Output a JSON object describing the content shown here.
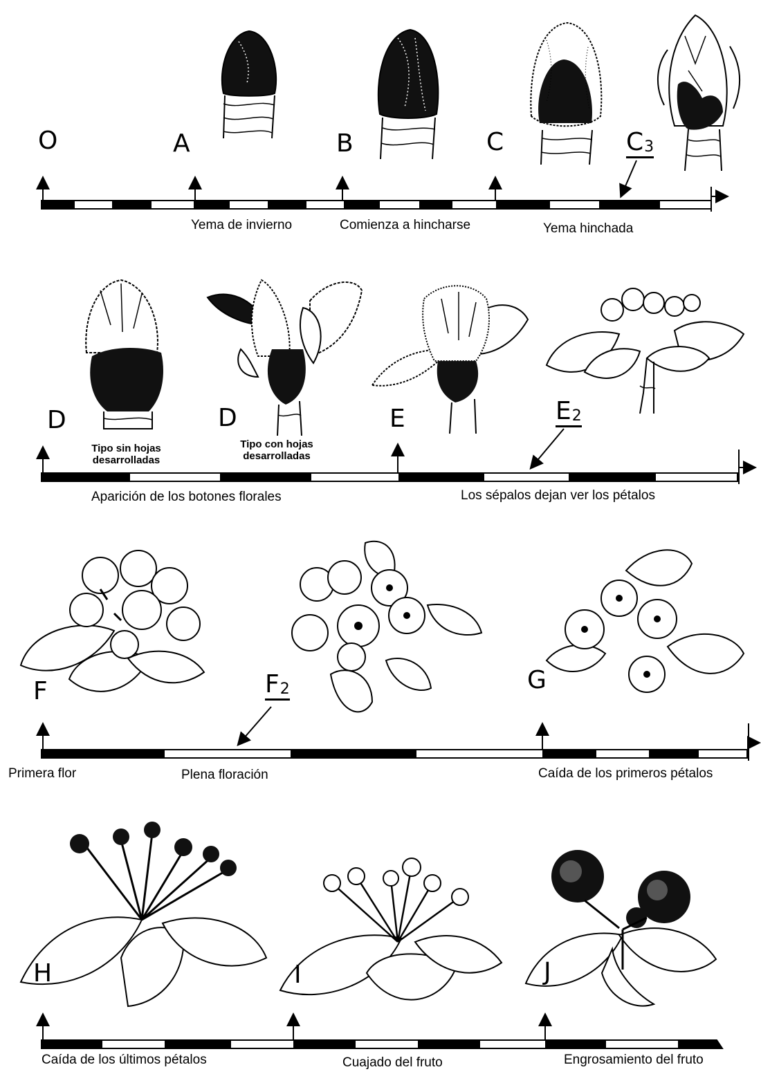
{
  "rows": [
    {
      "stages": [
        {
          "letter": "O",
          "sub": "",
          "underlined": false
        },
        {
          "letter": "A",
          "sub": "",
          "underlined": false
        },
        {
          "letter": "B",
          "sub": "",
          "underlined": false
        },
        {
          "letter": "C",
          "sub": "",
          "underlined": false
        },
        {
          "letter": "C",
          "sub": "3",
          "underlined": true
        }
      ],
      "captions": [
        "Yema de invierno",
        "Comienza a hincharse",
        "Yema hinchada"
      ]
    },
    {
      "stages": [
        {
          "letter": "D",
          "sub": "",
          "underlined": false
        },
        {
          "letter": "D",
          "sub": "",
          "underlined": false
        },
        {
          "letter": "E",
          "sub": "",
          "underlined": false
        },
        {
          "letter": "E",
          "sub": "2",
          "underlined": true
        }
      ],
      "subcaptions": [
        {
          "line1": "Tipo sin hojas",
          "line2": "desarrolladas"
        },
        {
          "line1": "Tipo con hojas",
          "line2": "desarrolladas"
        }
      ],
      "captions": [
        "Aparición de los botones florales",
        "Los sépalos dejan ver los pétalos"
      ]
    },
    {
      "stages": [
        {
          "letter": "F",
          "sub": "",
          "underlined": false
        },
        {
          "letter": "F",
          "sub": "2",
          "underlined": true
        },
        {
          "letter": "G",
          "sub": "",
          "underlined": false
        }
      ],
      "captions": [
        "Primera flor",
        "Plena floración",
        "Caída de los primeros pétalos"
      ]
    },
    {
      "stages": [
        {
          "letter": "H",
          "sub": "",
          "underlined": false
        },
        {
          "letter": "I",
          "sub": "",
          "underlined": false
        },
        {
          "letter": "J",
          "sub": "",
          "underlined": false
        }
      ],
      "captions": [
        "Caída de los últimos pétalos",
        "Cuajado del fruto",
        "Engrosamiento del fruto"
      ]
    }
  ],
  "colors": {
    "ink": "#000000",
    "paper": "#ffffff"
  }
}
